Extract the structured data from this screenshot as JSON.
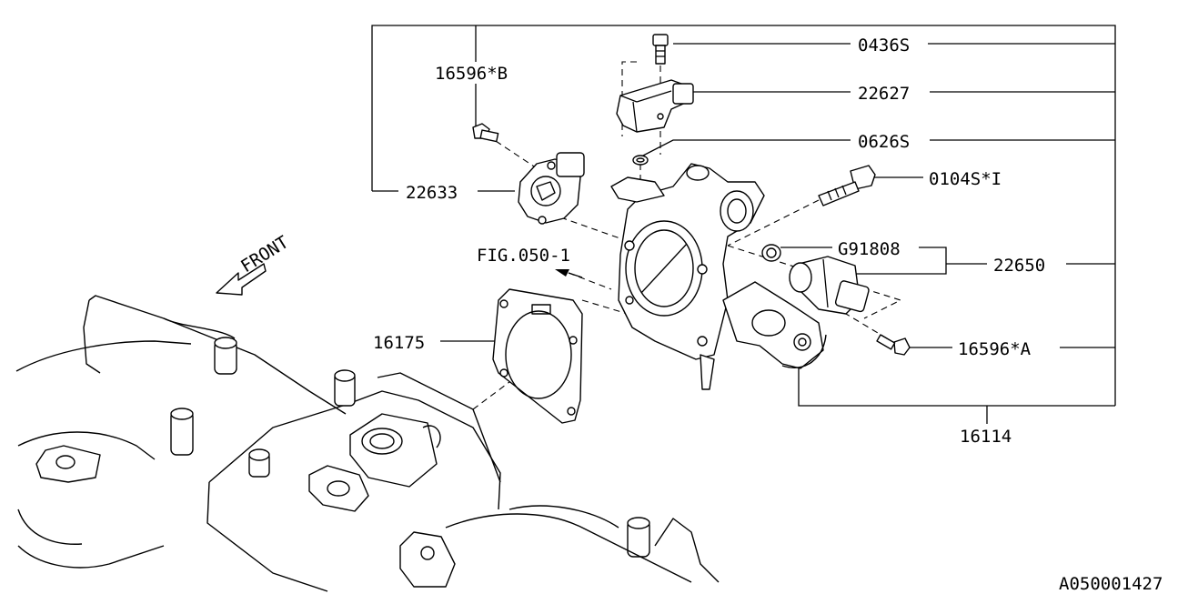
{
  "labels": {
    "p0436s": "0436S",
    "p22627": "22627",
    "p0626s": "0626S",
    "p0104s": "0104S*I",
    "pG91808": "G91808",
    "p22650": "22650",
    "p16596a": "16596*A",
    "p16114": "16114",
    "p16596b": "16596*B",
    "p22633": "22633",
    "fig": "FIG.050-1",
    "p16175": "16175",
    "front": "FRONT",
    "drawing_id": "A050001427"
  }
}
